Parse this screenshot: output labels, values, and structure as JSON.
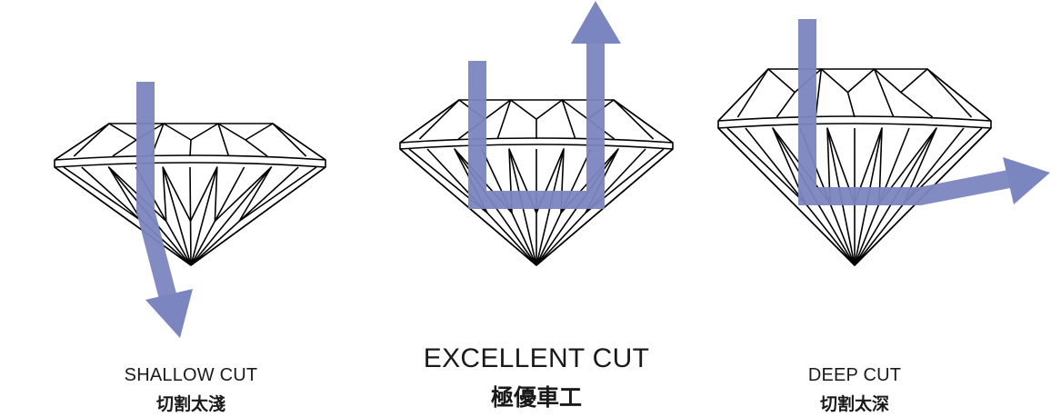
{
  "colors": {
    "light_path": "#7b86c0",
    "outline": "#000000"
  },
  "panels": [
    {
      "id": "shallow",
      "title_en": "SHALLOW CUT",
      "title_zh": "切割太淺"
    },
    {
      "id": "excellent",
      "title_en": "EXCELLENT CUT",
      "title_zh": "極優車工"
    },
    {
      "id": "deep",
      "title_en": "DEEP CUT",
      "title_zh": "切割太深"
    }
  ]
}
